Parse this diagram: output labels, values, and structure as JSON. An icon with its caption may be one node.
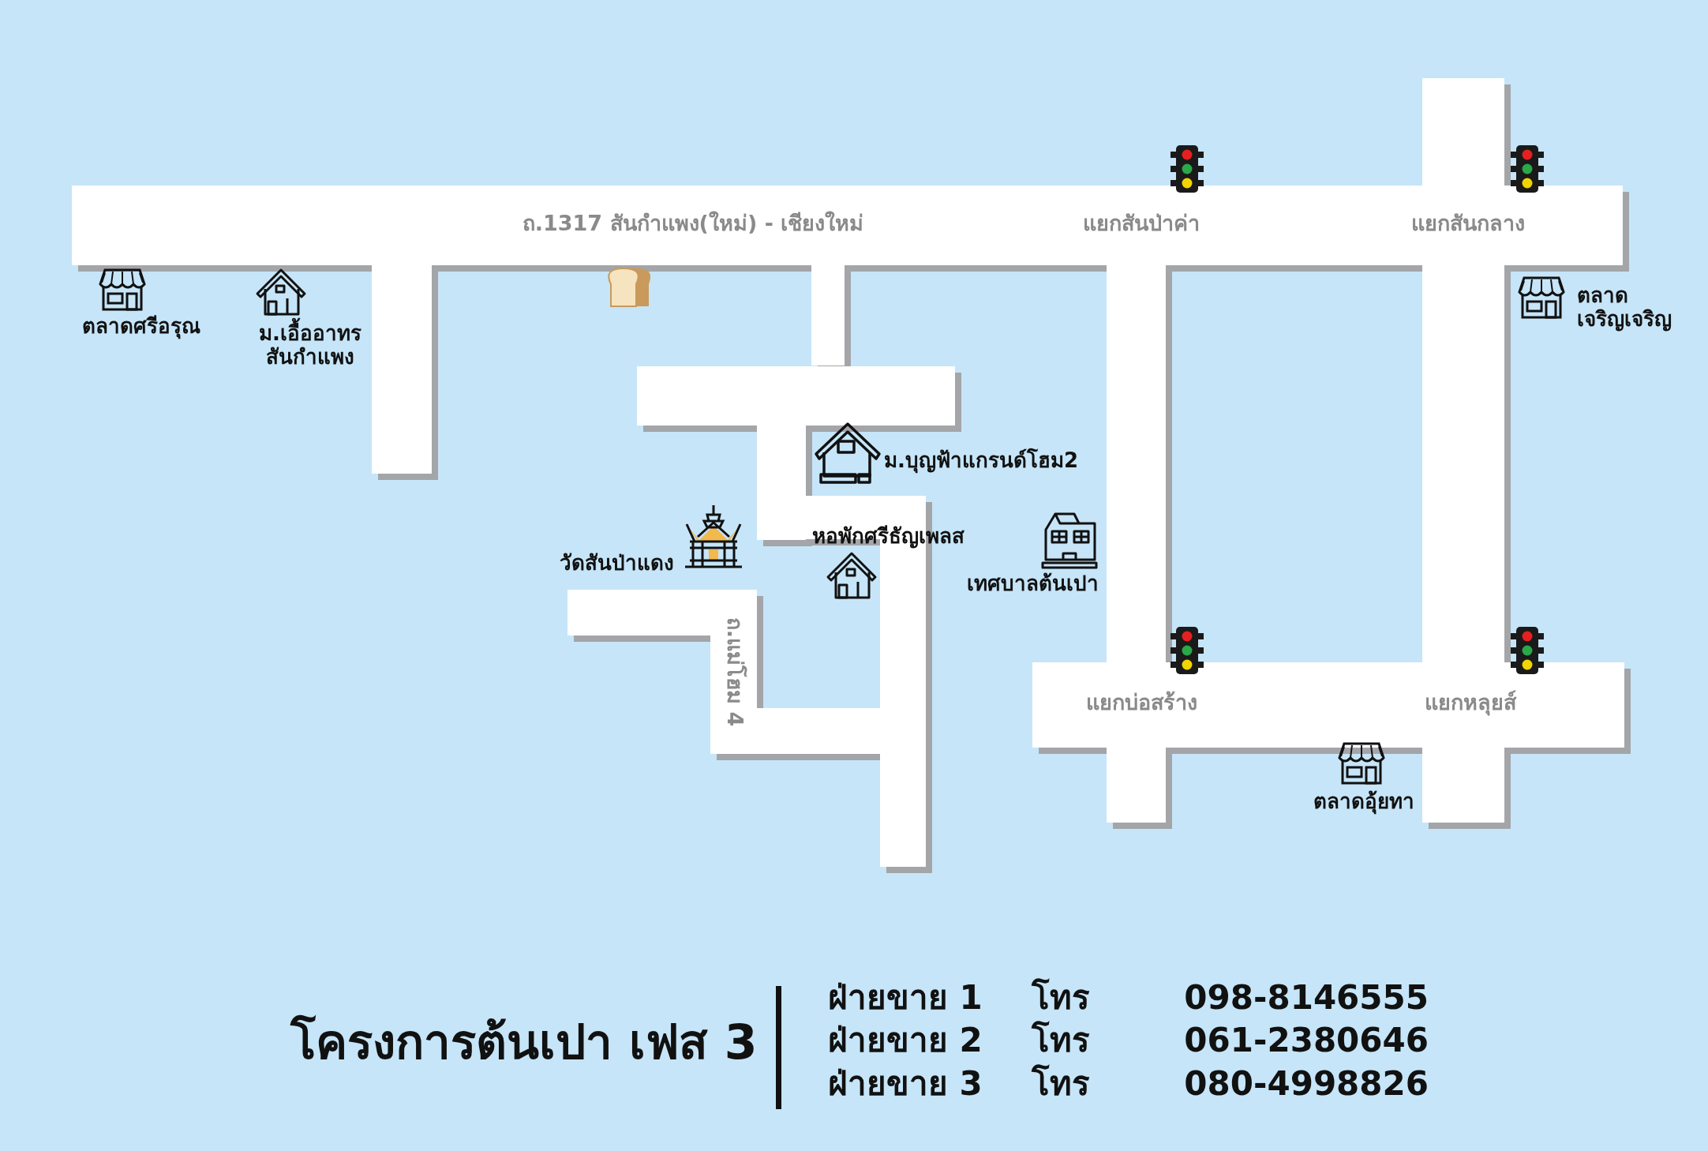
{
  "diagram": {
    "title": "โครงการต้นเปา เฟส 3",
    "labels": [
      "ถ.1317 สันกำแพง(ใหม่) - เชียงใหม่",
      "แยกสันป่าค่า",
      "แยกสันกลาง",
      "ตลาดศรีอรุณ",
      "ม.เอื้ออาทร สันกำแพง",
      "ตลาด เจริญเจริญ",
      "ม.บุญฟ้าแกรนด์โฮม2",
      "หอพักศรีธัญเพลส",
      "วัดสันป่าแดง",
      "เทศบาลต้นเปา",
      "ถ.แม่โฮม 4",
      "แยกบ่อสร้าง",
      "แยกหลุยส์",
      "ตลาดอุ้ยทา",
      "ฝ่ายขาย 1",
      "โทร",
      "098-8146555",
      "ฝ่ายขาย 2",
      "โทร",
      "061-2380646",
      "ฝ่ายขาย 3",
      "โทร",
      "080-4998826"
    ]
  }
}
